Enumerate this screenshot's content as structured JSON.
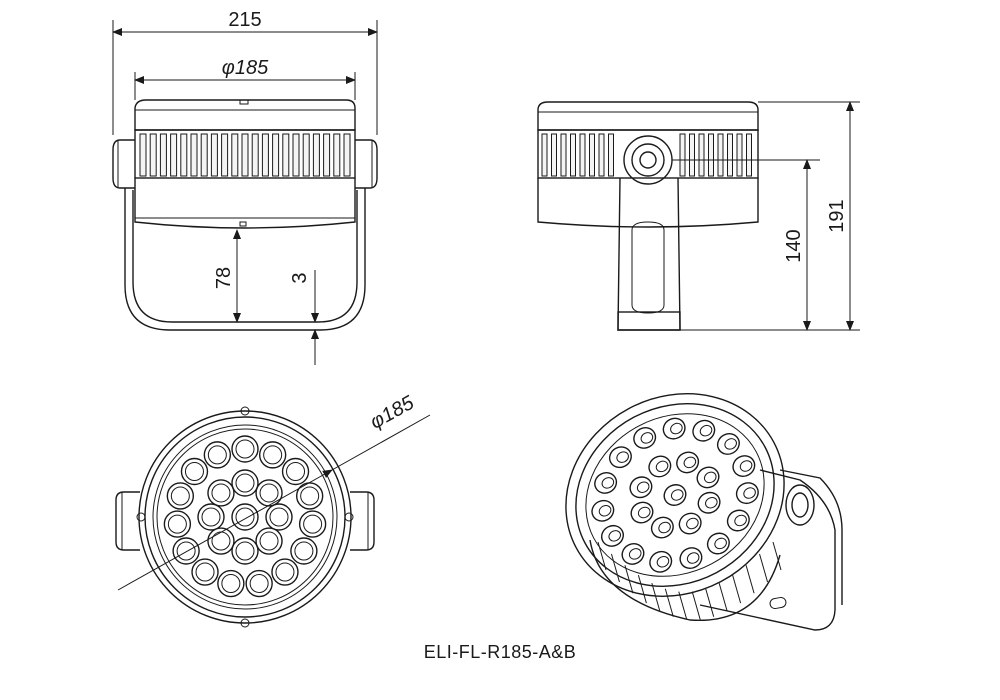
{
  "model_code": "ELI-FL-R185-A&B",
  "views": {
    "front": {
      "dim_overall_width": "215",
      "dim_lens_diameter": "φ185",
      "dim_bracket_height": "78",
      "dim_gap": "3"
    },
    "side": {
      "dim_pivot_height": "140",
      "dim_overall_height": "191"
    },
    "face": {
      "dim_face_diameter": "φ185"
    },
    "isometric": {}
  },
  "colors": {
    "line": "#1a1a1a",
    "background": "#ffffff"
  }
}
